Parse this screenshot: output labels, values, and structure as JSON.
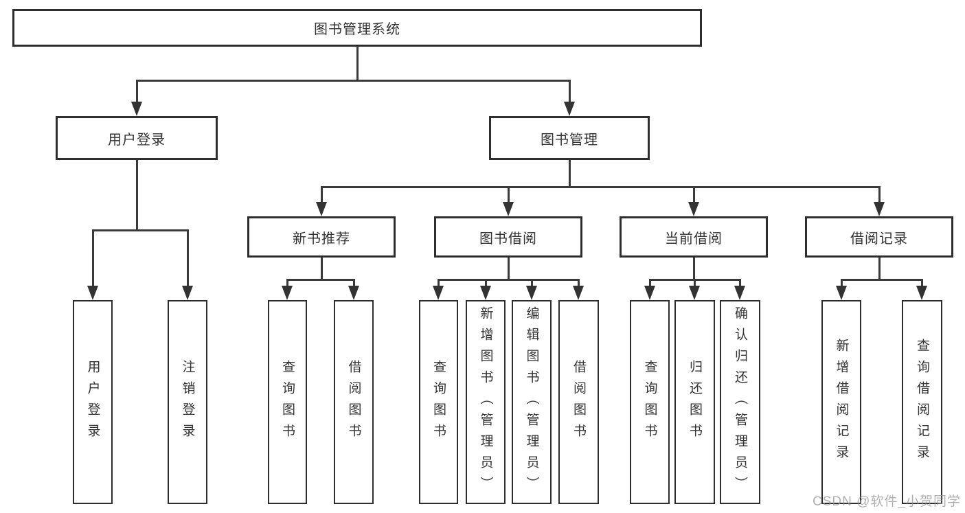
{
  "watermark": "CSDN @软件_小贺同学",
  "colors": {
    "line": "#3a3a3a",
    "box_border": "#2e2e2e",
    "box_fill": "#ffffff",
    "text": "#333333",
    "watermark": "#999999"
  },
  "tree": {
    "root": {
      "label": "图书管理系统",
      "children": [
        {
          "label": "用户登录",
          "children": [
            {
              "label": "用户登录"
            },
            {
              "label": "注销登录"
            }
          ]
        },
        {
          "label": "图书管理",
          "children": [
            {
              "label": "新书推荐",
              "children": [
                {
                  "label": "查询图书"
                },
                {
                  "label": "借阅图书"
                }
              ]
            },
            {
              "label": "图书借阅",
              "children": [
                {
                  "label": "查询图书"
                },
                {
                  "label": "新增图书（管理员）"
                },
                {
                  "label": "编辑图书（管理员）"
                },
                {
                  "label": "借阅图书"
                }
              ]
            },
            {
              "label": "当前借阅",
              "children": [
                {
                  "label": "查询图书"
                },
                {
                  "label": "归还图书"
                },
                {
                  "label": "确认归还（管理员）"
                }
              ]
            },
            {
              "label": "借阅记录",
              "children": [
                {
                  "label": "新增借阅记录"
                },
                {
                  "label": "查询借阅记录"
                }
              ]
            }
          ]
        }
      ]
    }
  }
}
